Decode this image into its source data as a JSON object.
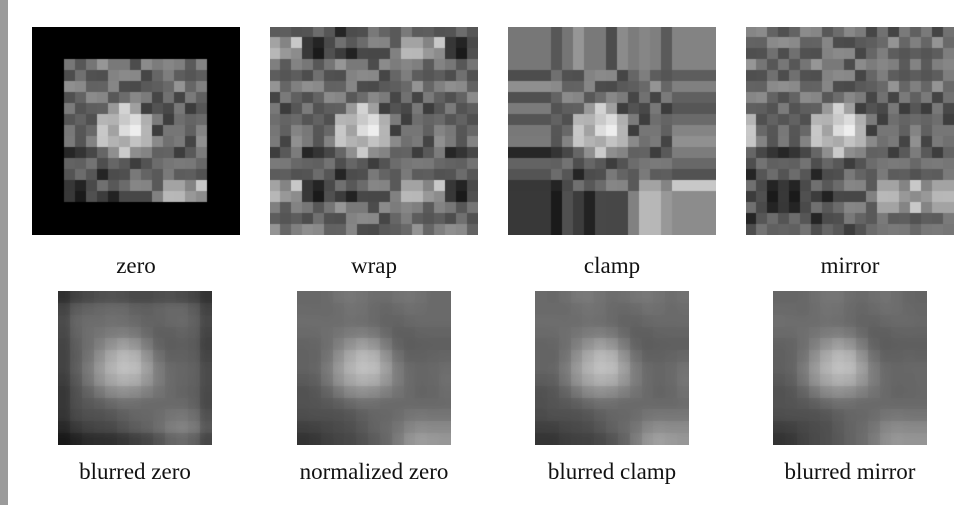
{
  "figure": {
    "top_row": [
      {
        "caption": "zero"
      },
      {
        "caption": "wrap"
      },
      {
        "caption": "clamp"
      },
      {
        "caption": "mirror"
      }
    ],
    "bottom_row": [
      {
        "caption": "blurred zero"
      },
      {
        "caption": "normalized zero"
      },
      {
        "caption": "blurred clamp"
      },
      {
        "caption": "blurred mirror"
      }
    ]
  }
}
